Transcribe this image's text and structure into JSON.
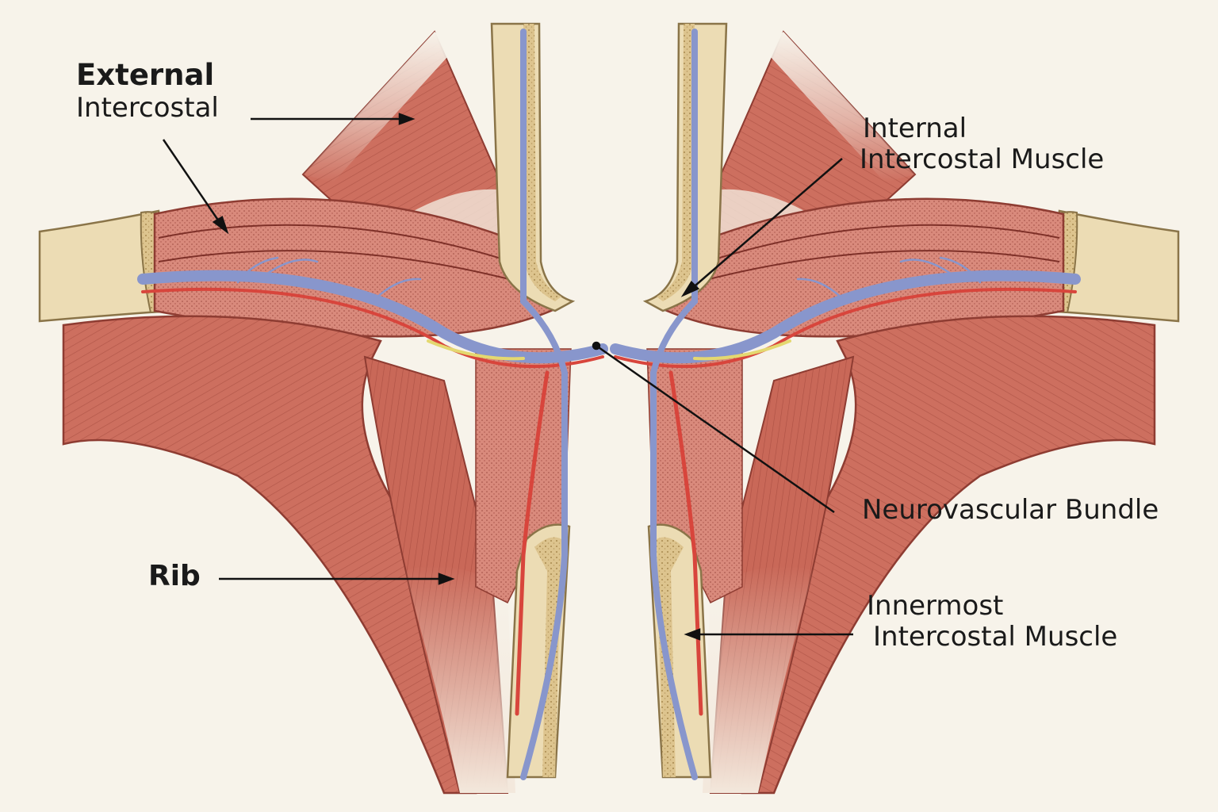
{
  "labels": {
    "external": {
      "line1": "External",
      "line2": "Intercostal"
    },
    "internal": {
      "line1": "Internal",
      "line2": "Intercostal Muscle"
    },
    "neurovascular": {
      "text": "Neurovascular Bundle"
    },
    "rib": {
      "text": "Rib"
    },
    "innermost": {
      "line1": "Innermost",
      "line2": "Intercostal Muscle"
    }
  },
  "colors": {
    "background": "#f7f3ea",
    "muscle": "#c86a5a",
    "muscle_dark": "#a84a3e",
    "tendon": "#f3e8dc",
    "bone": "#ecdcb4",
    "bone_outline": "#8a7448",
    "vein": "#8896cc",
    "artery": "#d8453c",
    "nerve": "#e4d870"
  }
}
